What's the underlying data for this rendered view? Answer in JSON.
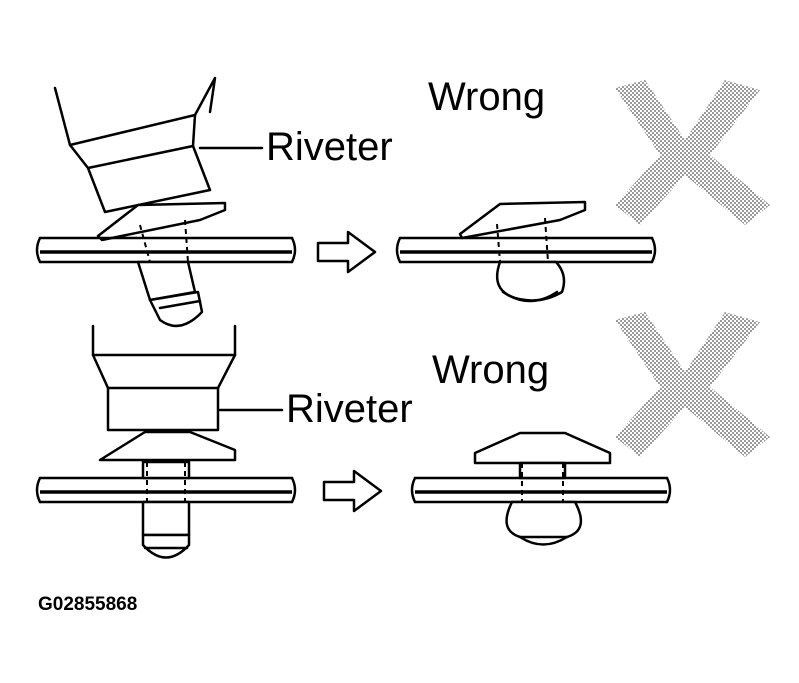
{
  "labels": {
    "wrong_top": "Wrong",
    "wrong_bottom": "Wrong",
    "riveter_top": "Riveter",
    "riveter_bottom": "Riveter",
    "figure_code": "G02855868"
  },
  "colors": {
    "line": "#000000",
    "background": "#ffffff",
    "x_mark": "#b5b5b5"
  },
  "icons": {
    "wrong_mark": "cross-x-icon",
    "process_arrow": "arrow-right-icon"
  }
}
